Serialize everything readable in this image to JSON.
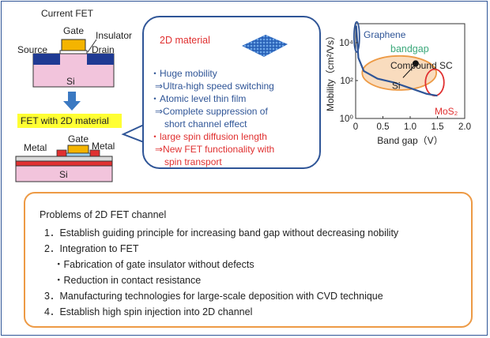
{
  "fet": {
    "current_title": "Current FET",
    "gate": "Gate",
    "insulator": "Insulator",
    "source": "Source",
    "drain": "Drain",
    "si": "Si",
    "with2d_title": "FET with 2D material",
    "metal_left": "Metal",
    "gate2": "Gate",
    "metal_right": "Metal",
    "si2": "Si",
    "colors": {
      "gate": "#f4b400",
      "substrate": "#f2c4dc",
      "contact": "#1f3a93",
      "metal": "#e03030",
      "arrow": "#3b79c2"
    }
  },
  "bubble": {
    "title": "2D material",
    "lines": [
      {
        "text": "・Huge mobility",
        "color": "blue"
      },
      {
        "text": "⇒Ultra-high speed switching",
        "color": "blue"
      },
      {
        "text": "・Atomic level thin film",
        "color": "blue"
      },
      {
        "text": "⇒Complete suppression of",
        "color": "blue"
      },
      {
        "text": "short channel effect",
        "color": "blue"
      },
      {
        "text": "・large spin diffusion length",
        "color": "red"
      },
      {
        "text": "⇒New FET functionality with",
        "color": "red"
      },
      {
        "text": "spin transport",
        "color": "red"
      }
    ]
  },
  "chart_data": {
    "type": "scatter",
    "xlabel": "Band gap（V）",
    "ylabel": "Mobility（cm²/Vs）",
    "x_ticks": [
      "0",
      "0.5",
      "1.0",
      "1.5",
      "2.0"
    ],
    "y_ticks": [
      "10⁰",
      "10²",
      "10⁴"
    ],
    "xlim": [
      0,
      2.0
    ],
    "ylim_log10": [
      0,
      5
    ],
    "regions": [
      {
        "name": "Graphene",
        "color": "#2f5597",
        "cx": 0.02,
        "cy_log": 4.3,
        "rx": 0.05,
        "ry_log": 0.8
      },
      {
        "name": "Compound SC",
        "color": "#ed9a45",
        "cx": 0.8,
        "cy_log": 2.4,
        "rx": 0.68,
        "ry_log": 0.9
      },
      {
        "name": "MoS₂",
        "color": "#e03030",
        "cx": 1.45,
        "cy_log": 1.9,
        "rx": 0.17,
        "ry_log": 0.7
      }
    ],
    "points": [
      {
        "name": "Si",
        "x": 1.1,
        "y_log": 2.9
      }
    ],
    "annotations": [
      {
        "text": "bandgap",
        "color": "#3aa87a"
      }
    ],
    "curve": [
      [
        0.01,
        4.9
      ],
      [
        0.05,
        3.2
      ],
      [
        0.15,
        2.5
      ],
      [
        0.4,
        2.1
      ],
      [
        0.7,
        1.9
      ],
      [
        1.0,
        1.6
      ],
      [
        1.3,
        1.3
      ],
      [
        1.5,
        1.2
      ]
    ]
  },
  "problems": {
    "title": "Problems of 2D FET channel",
    "items": [
      "1．Establish guiding principle for increasing band gap without decreasing nobility",
      "2．Integration to FET",
      "・Fabrication of gate insulator without defects",
      "・Reduction in contact resistance",
      "3．Manufacturing technologies for large-scale deposition with CVD technique",
      "4．Establish high spin injection into 2D channel"
    ]
  }
}
